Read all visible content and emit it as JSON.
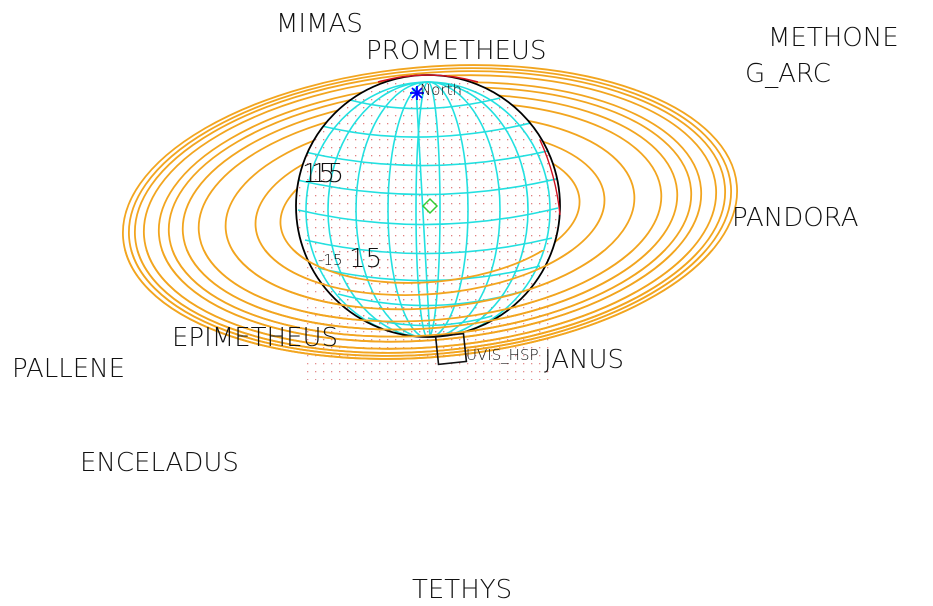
{
  "moons": {
    "mimas": "MIMAS",
    "prometheus": "PROMETHEUS",
    "methone": "METHONE",
    "g_arc": "G_ARC",
    "pandora": "PANDORA",
    "epimetheus": "EPIMETHEUS",
    "pallene": "PALLENE",
    "janus": "JANUS",
    "enceladus": "ENCELADUS",
    "tethys": "TETHYS"
  },
  "planet": {
    "north_label": "North",
    "lat_labels": [
      "15",
      "-15"
    ]
  },
  "instrument": {
    "label": "UVIS_HSP"
  },
  "colors": {
    "rings": "#f2a51f",
    "grid": "#22e0e0",
    "limb": "#000000",
    "limb_edge": "#d01020",
    "north_marker": "#0000ff",
    "center_marker": "#33cc33",
    "stipple": "#e08080"
  }
}
